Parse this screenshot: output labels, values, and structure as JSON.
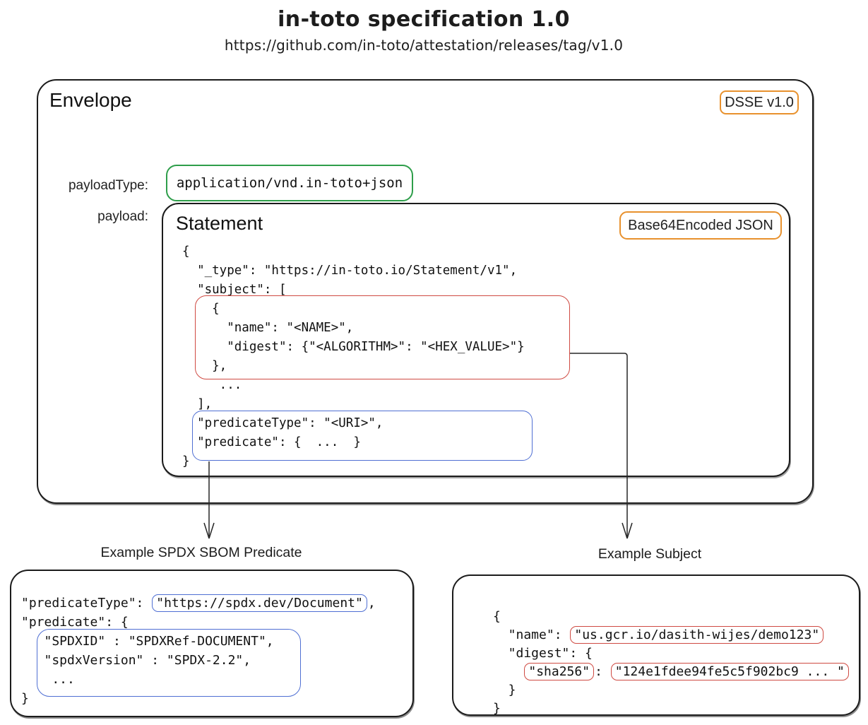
{
  "header": {
    "title": "in-toto specification 1.0",
    "subtitle": "https://github.com/in-toto/attestation/releases/tag/v1.0"
  },
  "envelope": {
    "label": "Envelope",
    "version_badge": "DSSE v1.0",
    "payload_type": {
      "label": "payloadType:",
      "value": "application/vnd.in-toto+json"
    },
    "payload": {
      "label": "payload:"
    },
    "statement": {
      "label": "Statement",
      "encoding_badge": "Base64Encoded JSON",
      "code_lines": [
        "{",
        "  \"_type\": \"https://in-toto.io/Statement/v1\",",
        "  \"subject\": [",
        "    {",
        "      \"name\": \"<NAME>\",",
        "      \"digest\": {\"<ALGORITHM>\": \"<HEX_VALUE>\"}",
        "    },",
        "     ...",
        "  ],",
        "  \"predicateType\": \"<URI>\",",
        "  \"predicate\": {  ...  }",
        "}"
      ]
    }
  },
  "example_predicate": {
    "title": "Example SPDX SBOM Predicate",
    "line1_key": "\"predicateType\": ",
    "line1_value": "\"https://spdx.dev/Document\"",
    "line1_suffix": ",",
    "line2": "\"predicate\": {",
    "block_line1": "   \"SPDXID\" : \"SPDXRef-DOCUMENT\",",
    "block_line2": "   \"spdxVersion\" : \"SPDX-2.2\",",
    "block_line3": "    ...",
    "closing": "}"
  },
  "example_subject": {
    "title": "Example Subject",
    "open": "{",
    "name_key": "  \"name\": ",
    "name_value": "\"us.gcr.io/dasith-wijes/demo123\"",
    "digest_open": "  \"digest\": {",
    "sha_indent": "    ",
    "sha_key": "\"sha256\"",
    "sha_sep": ": ",
    "sha_value": "\"124e1fdee94fe5c5f902bc9 ... \"",
    "digest_close": "  }",
    "close": "}"
  },
  "accents": {
    "ink": "#1b1b1b",
    "orange": "#e8912d",
    "green": "#2e9e4a",
    "red": "#cf4a42",
    "blue": "#4f6fd3"
  }
}
